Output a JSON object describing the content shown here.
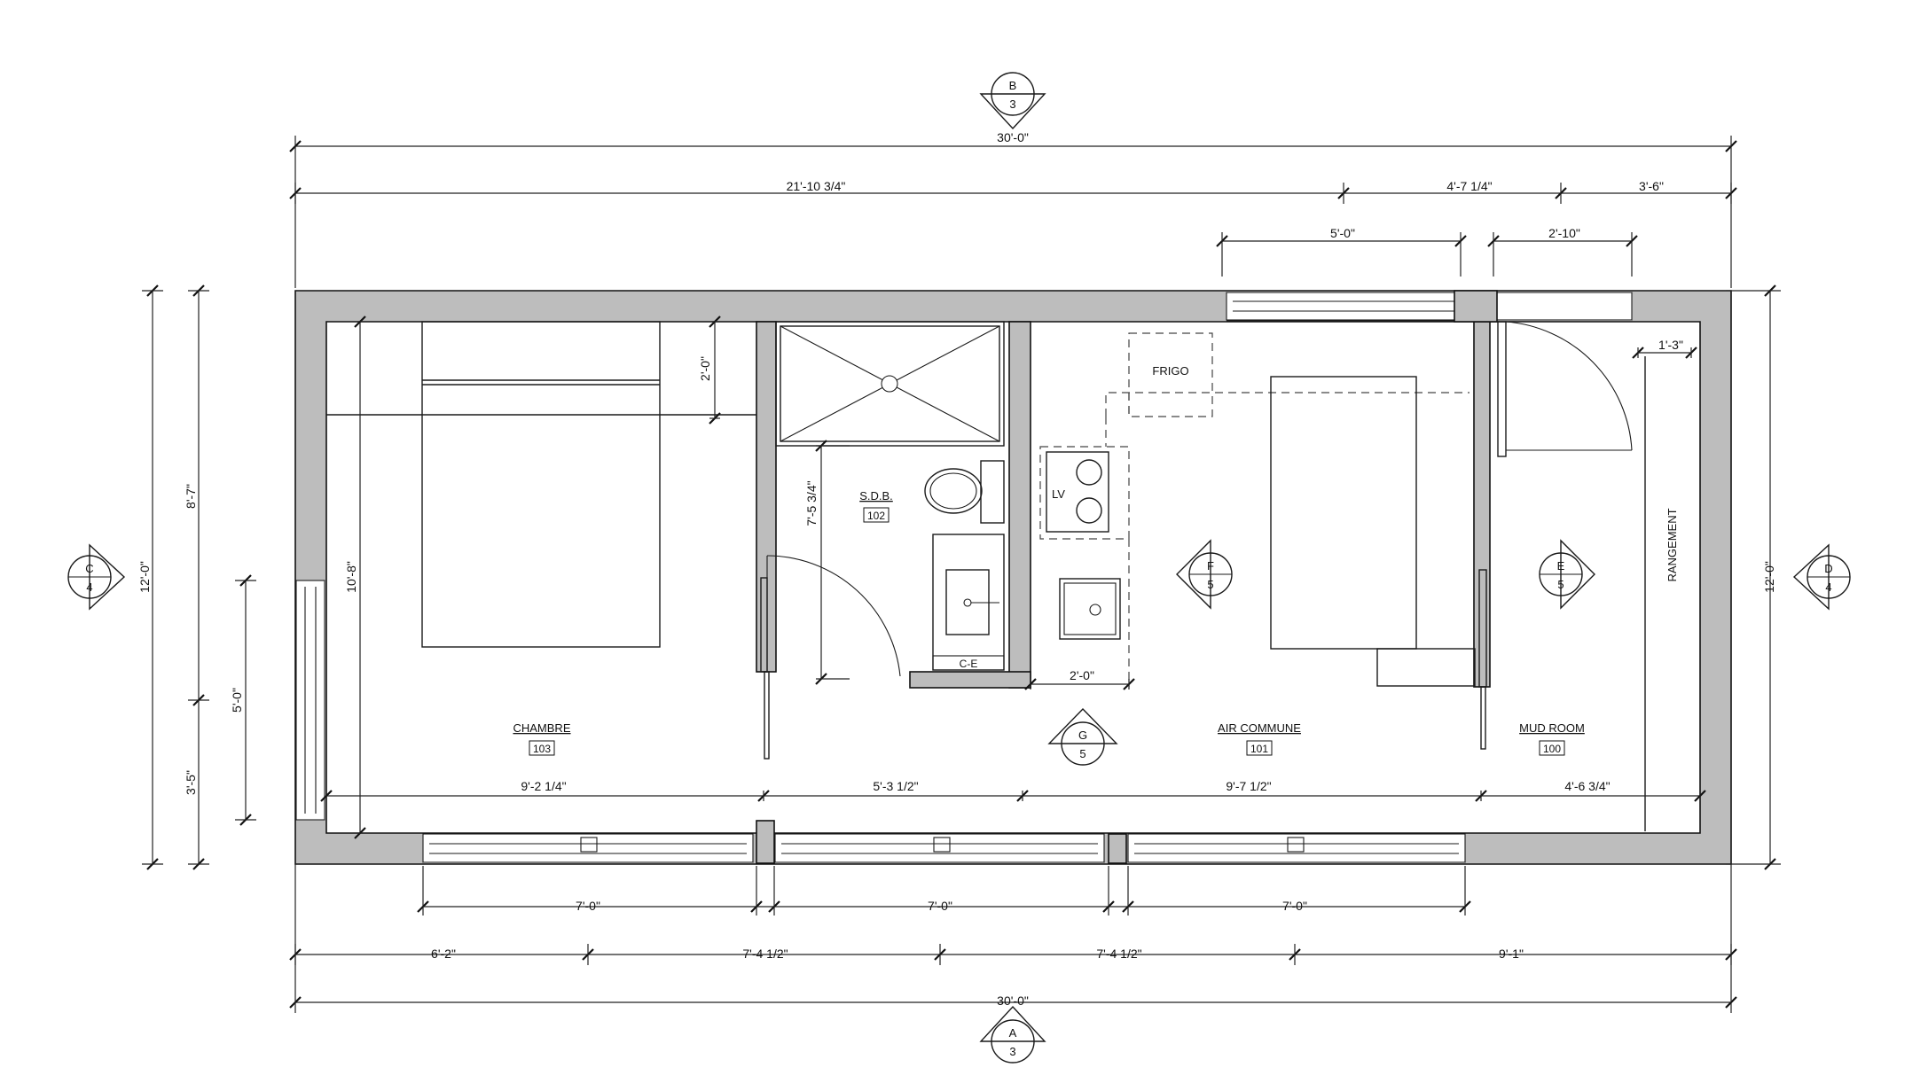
{
  "dimensions_top": {
    "overall": "30'-0\"",
    "segA": "21'-10 3/4\"",
    "segB": "4'-7 1/4\"",
    "segC": "3'-6\"",
    "window": "5'-0\"",
    "door": "2'-10\""
  },
  "dimensions_bottom": {
    "win1": "7'-0\"",
    "win2": "7'-0\"",
    "win3": "7'-0\"",
    "seg1": "6'-2\"",
    "seg2": "7'-4 1/2\"",
    "seg3": "7'-4 1/2\"",
    "seg4": "9'-1\"",
    "overall": "30'-0\""
  },
  "dimensions_left": {
    "overall": "12'-0\"",
    "upper": "8'-7\"",
    "lower": "3'-5\"",
    "window": "5'-0\"",
    "inner": "10'-8\""
  },
  "dimensions_right": {
    "overall": "12'-0\"",
    "storage": "1'-3\""
  },
  "dimensions_interior": {
    "bed_clear": "2'-0\"",
    "bath_depth": "7'-5 3/4\"",
    "counter": "2'-0\"",
    "chambre": "9'-2 1/4\"",
    "sdb": "5'-3 1/2\"",
    "commune": "9'-7 1/2\"",
    "mud": "4'-6 3/4\""
  },
  "rooms": {
    "chambre": {
      "name": "CHAMBRE",
      "number": "103"
    },
    "sdb": {
      "name": "S.D.B.",
      "number": "102"
    },
    "commune": {
      "name": "AIR COMMUNE",
      "number": "101"
    },
    "mud": {
      "name": "MUD ROOM",
      "number": "100"
    }
  },
  "labels": {
    "frigo": "FRIGO",
    "lv": "LV",
    "ce": "C-E",
    "rangement": "RANGEMENT"
  },
  "section_markers": {
    "top": {
      "letter": "B",
      "sheet": "3"
    },
    "bottom": {
      "letter": "A",
      "sheet": "3"
    },
    "left": {
      "letter": "C",
      "sheet": "4"
    },
    "right": {
      "letter": "D",
      "sheet": "4"
    },
    "f": {
      "letter": "F",
      "sheet": "5"
    },
    "e": {
      "letter": "E",
      "sheet": "5"
    },
    "g": {
      "letter": "G",
      "sheet": "5"
    }
  }
}
